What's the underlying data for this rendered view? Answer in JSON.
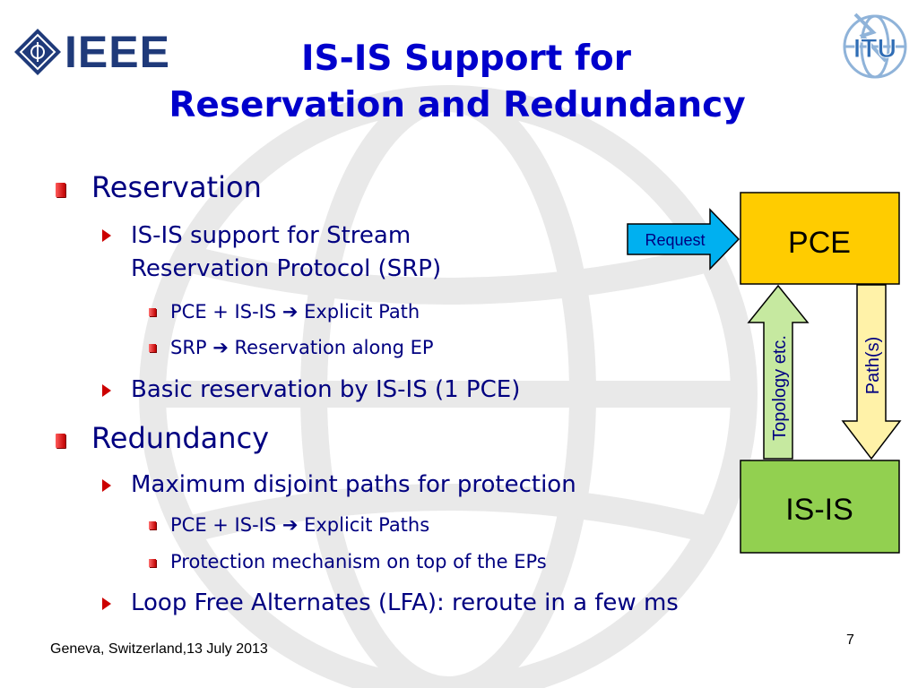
{
  "logos": {
    "ieee": "IEEE",
    "itu": "ITU"
  },
  "title": {
    "line1": "IS-IS Support for",
    "line2": "Reservation and Redundancy"
  },
  "bullets": {
    "reservation": {
      "label": "Reservation",
      "srp_line1": "IS-IS support for Stream",
      "srp_line2": "Reservation Protocol (SRP)",
      "sub1": "PCE + IS-IS ➔ Explicit Path",
      "sub2": "SRP ➔ Reservation along EP",
      "basic": "Basic reservation by IS-IS (1 PCE)"
    },
    "redundancy": {
      "label": "Redundancy",
      "disjoint": "Maximum disjoint paths for protection",
      "sub1": "PCE + IS-IS ➔ Explicit Paths",
      "sub2": "Protection mechanism on top of the EPs",
      "lfa": "Loop Free Alternates (LFA): reroute in a few ms"
    }
  },
  "diagram": {
    "request": "Request",
    "pce": "PCE",
    "isis": "IS-IS",
    "topology": "Topology etc.",
    "paths": "Path(s)",
    "colors": {
      "request": "#00b0f0",
      "pce": "#ffcc00",
      "isis": "#92d050",
      "topology_arrow": "#c6e9a0",
      "paths_arrow": "#fff2a8"
    }
  },
  "footer": {
    "location": "Geneva, Switzerland,13 July 2013",
    "page": "7"
  }
}
